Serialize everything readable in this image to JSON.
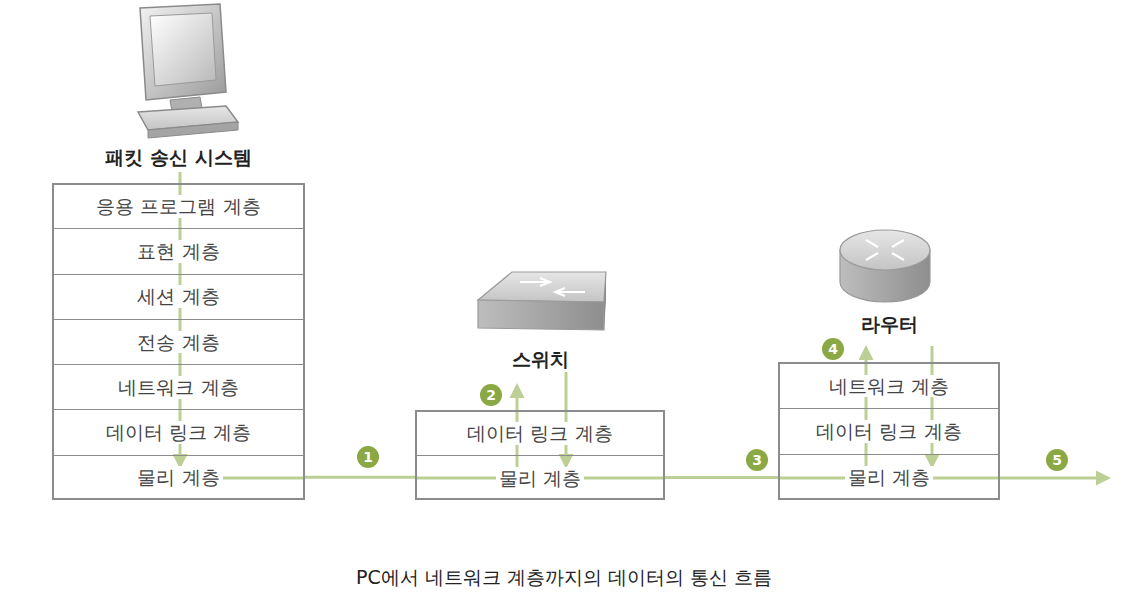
{
  "diagram": {
    "caption": "PC에서 네트워크 계층까지의 데이터의 통신 흐름",
    "nodes": [
      {
        "text": [
          "패킷 송신 시스템"
        ]
      },
      {
        "text": [
          "응용 프로그램 계층"
        ],
        "in": 0
      },
      {
        "text": [
          "표현 계층"
        ],
        "in": 0
      },
      {
        "text": [
          "세션 계층"
        ],
        "in": 0
      },
      {
        "text": [
          "전송 계층"
        ],
        "in": 0
      },
      {
        "text": [
          "네트워크 계층"
        ],
        "in": 0
      },
      {
        "text": [
          "데이터 링크 계층"
        ],
        "in": 0
      },
      {
        "text": [
          "물리 계층"
        ],
        "in": 0
      },
      {
        "text": [
          "스위치"
        ]
      },
      {
        "text": [
          "데이터 링크 계층"
        ],
        "in": 8
      },
      {
        "text": [
          "물리 계층"
        ],
        "in": 8
      },
      {
        "text": [
          "라우터"
        ]
      },
      {
        "text": [
          "네트워크 계층"
        ],
        "in": 11
      },
      {
        "text": [
          "데이터 링크 계층"
        ],
        "in": 11
      },
      {
        "text": [
          "물리 계층"
        ],
        "in": 11
      }
    ],
    "edges": [
      {
        "from": 7,
        "to": 10,
        "arrow": "none"
      },
      {
        "from": 10,
        "to": 14,
        "arrow": "none"
      }
    ],
    "labels": [
      "1",
      "2",
      "3",
      "4",
      "5"
    ]
  }
}
